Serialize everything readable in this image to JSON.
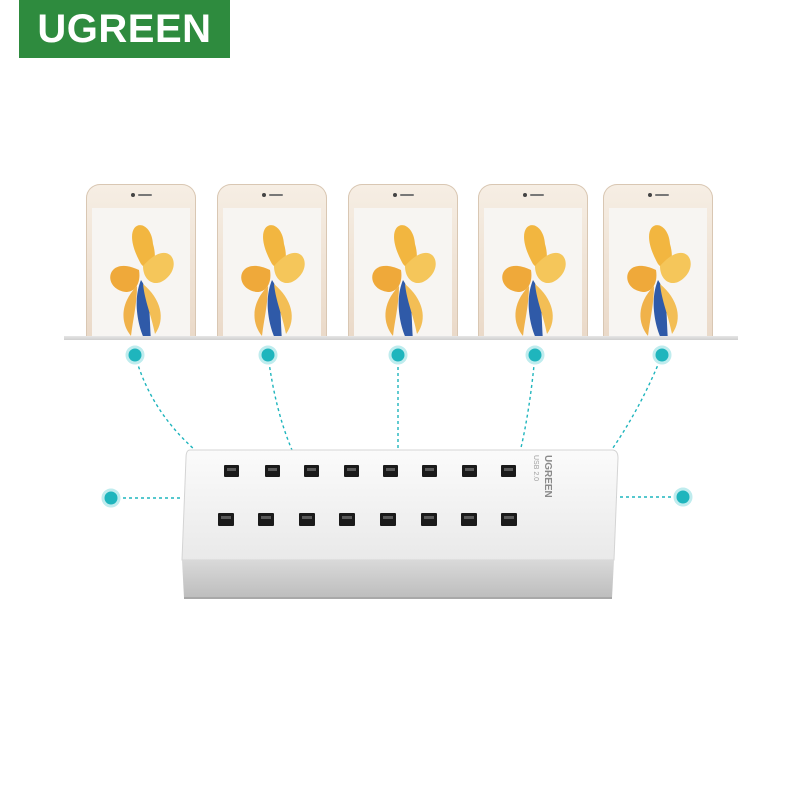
{
  "brand": {
    "name": "UGREEN",
    "color": "#2e8b3e"
  },
  "hub": {
    "brand_label": "UGREEN",
    "sub_label": "USB 2.0",
    "ports_per_row": 8,
    "rows": 2
  },
  "phones": {
    "count": 5
  },
  "connector_color": "#1fb5bd",
  "icons": [
    "usb-port-icon",
    "connector-dot-icon",
    "phone-icon"
  ]
}
